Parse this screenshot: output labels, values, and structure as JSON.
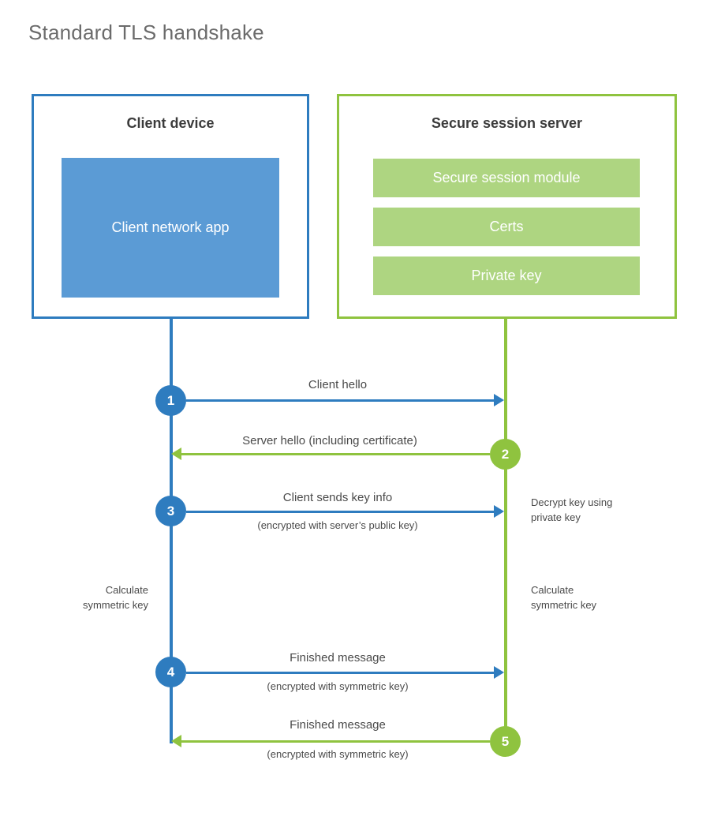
{
  "title": "Standard TLS handshake",
  "colors": {
    "client_accent": "#2e7cbf",
    "client_fill": "#5b9bd5",
    "server_accent": "#8fc33f",
    "server_fill": "#aed581",
    "title_text": "#6b6b6b",
    "body_text": "#4a4a4a",
    "background": "#ffffff"
  },
  "parties": {
    "client": {
      "title": "Client device",
      "blocks": [
        {
          "label": "Client network app"
        }
      ]
    },
    "server": {
      "title": "Secure session server",
      "blocks": [
        {
          "label": "Secure session module"
        },
        {
          "label": "Certs"
        },
        {
          "label": "Private key"
        }
      ]
    }
  },
  "steps": [
    {
      "number": "1",
      "label": "Client hello",
      "sublabel": "",
      "direction": "client-to-server",
      "color": "client"
    },
    {
      "number": "2",
      "label": "Server hello (including certificate)",
      "sublabel": "",
      "direction": "server-to-client",
      "color": "server"
    },
    {
      "number": "3",
      "label": "Client sends key info",
      "sublabel": "(encrypted with server’s public key)",
      "direction": "client-to-server",
      "color": "client"
    },
    {
      "number": "4",
      "label": "Finished message",
      "sublabel": "(encrypted with symmetric key)",
      "direction": "client-to-server",
      "color": "client"
    },
    {
      "number": "5",
      "label": "Finished message",
      "sublabel": "(encrypted with symmetric key)",
      "direction": "server-to-client",
      "color": "server"
    }
  ],
  "notes": {
    "decrypt_key": "Decrypt key using\nprivate key",
    "decrypt_key_line1": "Decrypt key using",
    "decrypt_key_line2": "private key",
    "client_calculate_line1": "Calculate",
    "client_calculate_line2": "symmetric key",
    "server_calculate_line1": "Calculate",
    "server_calculate_line2": "symmetric key"
  }
}
